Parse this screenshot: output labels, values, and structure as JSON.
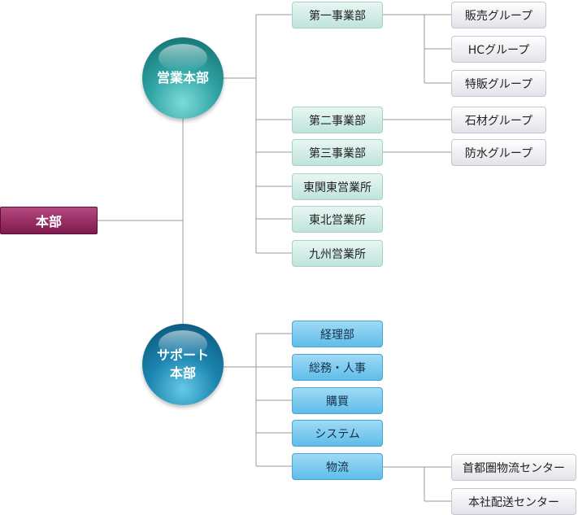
{
  "root": {
    "label": "本部"
  },
  "sales_hq": {
    "label": "営業本部"
  },
  "support_hq": {
    "line1": "サポート",
    "line2": "本部"
  },
  "sales_departments": [
    {
      "label": "第一事業部",
      "groups": [
        "販売グループ",
        "HCグループ",
        "特販グループ"
      ]
    },
    {
      "label": "第二事業部",
      "groups": [
        "石材グループ"
      ]
    },
    {
      "label": "第三事業部",
      "groups": [
        "防水グループ"
      ]
    },
    {
      "label": "東関東営業所",
      "groups": []
    },
    {
      "label": "東北営業所",
      "groups": []
    },
    {
      "label": "九州営業所",
      "groups": []
    }
  ],
  "support_departments": [
    {
      "label": "経理部",
      "groups": []
    },
    {
      "label": "総務・人事",
      "groups": []
    },
    {
      "label": "購買",
      "groups": []
    },
    {
      "label": "システム",
      "groups": []
    },
    {
      "label": "物流",
      "groups": [
        "首都圏物流センター",
        "本社配送センター"
      ]
    }
  ],
  "colors": {
    "root": "#8e2a5d",
    "sales_hq": "#1f8a8b",
    "support_hq": "#156f99",
    "sales_dept": "#d4efe9",
    "support_dept": "#7ccbef",
    "group": "#f0f0f4",
    "connector": "#999999"
  }
}
